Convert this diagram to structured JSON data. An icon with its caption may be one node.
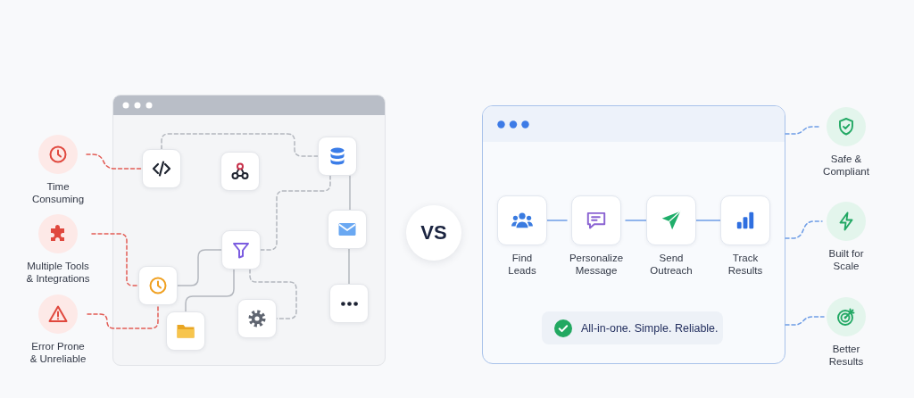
{
  "diagram": {
    "nodes": [
      {
        "text": [
          "Time Consuming"
        ]
      },
      {
        "text": [
          "Multiple Tools & Integrations"
        ]
      },
      {
        "text": [
          "Error Prone & Unreliable"
        ]
      },
      {
        "text": [],
        "shape": "box"
      },
      {
        "text": [],
        "shape": "picture",
        "in": 3
      },
      {
        "text": [],
        "shape": "picture",
        "in": 3
      },
      {
        "text": [],
        "shape": "picture",
        "in": 3
      },
      {
        "text": [],
        "shape": "picture",
        "in": 3
      },
      {
        "text": [],
        "shape": "picture",
        "in": 3
      },
      {
        "text": [],
        "shape": "picture",
        "in": 3
      },
      {
        "text": [],
        "shape": "picture",
        "in": 3
      },
      {
        "text": [],
        "shape": "picture",
        "in": 3
      },
      {
        "text": [],
        "shape": "picture",
        "in": 3
      },
      {
        "text": [
          "VS"
        ]
      },
      {
        "text": [],
        "shape": "box"
      },
      {
        "text": [
          "Find Leads"
        ],
        "in": 14
      },
      {
        "text": [
          "Personalize Message"
        ],
        "in": 14
      },
      {
        "text": [
          "Send Outreach"
        ],
        "in": 14
      },
      {
        "text": [
          "Track Results"
        ],
        "in": 14
      },
      {
        "text": [
          "All-in-one. Simple. Reliable."
        ],
        "in": 14
      },
      {
        "text": [
          "Safe & Compliant"
        ]
      },
      {
        "text": [
          "Built for Scale"
        ]
      },
      {
        "text": [
          "Better Results"
        ]
      }
    ],
    "edges": [
      {
        "from": 0,
        "to": 4,
        "arrow": "none",
        "style": "dashed",
        "color": "#e25c55"
      },
      {
        "from": 1,
        "to": 9,
        "arrow": "none",
        "style": "dashed",
        "color": "#e25c55"
      },
      {
        "from": 2,
        "to": 9,
        "arrow": "none",
        "style": "dashed",
        "color": "#e25c55"
      },
      {
        "from": 4,
        "to": 6,
        "arrow": "none",
        "style": "dashed"
      },
      {
        "from": 6,
        "to": 8,
        "arrow": "none",
        "style": "dashed"
      },
      {
        "from": 6,
        "to": 7,
        "arrow": "none"
      },
      {
        "from": 9,
        "to": 8,
        "arrow": "none"
      },
      {
        "from": 11,
        "to": 8,
        "arrow": "none"
      },
      {
        "from": 8,
        "to": 12,
        "arrow": "none",
        "style": "dashed"
      },
      {
        "from": 7,
        "to": 10,
        "arrow": "none"
      },
      {
        "from": 15,
        "to": 16,
        "arrow": "none",
        "color": "#6e9de6"
      },
      {
        "from": 16,
        "to": 17,
        "arrow": "none",
        "color": "#6e9de6"
      },
      {
        "from": 17,
        "to": 18,
        "arrow": "none",
        "color": "#6e9de6"
      },
      {
        "from": 14,
        "to": 20,
        "arrow": "none",
        "style": "dashed",
        "color": "#6e9de6"
      },
      {
        "from": 14,
        "to": 21,
        "arrow": "none",
        "style": "dashed",
        "color": "#6e9de6"
      },
      {
        "from": 14,
        "to": 22,
        "arrow": "none",
        "style": "dashed",
        "color": "#6e9de6"
      }
    ]
  }
}
